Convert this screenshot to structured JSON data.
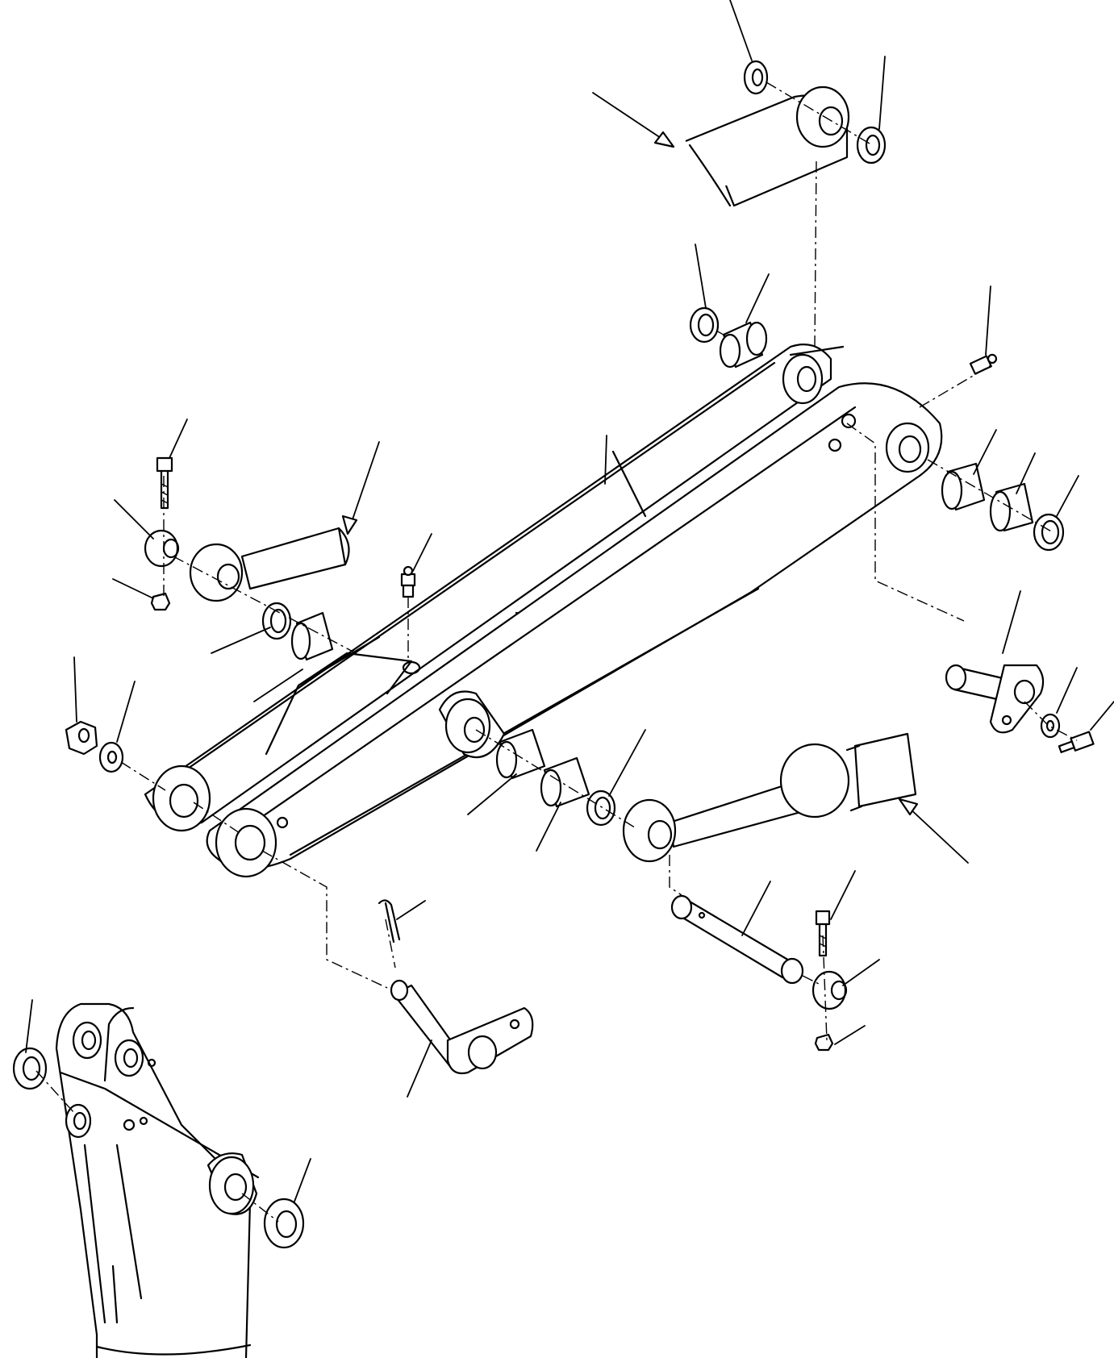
{
  "figure": {
    "type": "exploded parts diagram",
    "background": "#ffffff",
    "line_color": "#000000"
  },
  "parts": [
    "boom-arm-assembly",
    "lift-cylinder-top",
    "lift-cylinder-left",
    "lift-cylinder-right",
    "pivot-pin-bottom",
    "pivot-pin-middle",
    "pivot-pin-right",
    "bushings",
    "washers",
    "seals",
    "grease-fittings",
    "bolts",
    "nuts",
    "cotter-pin",
    "mounting-bracket"
  ]
}
